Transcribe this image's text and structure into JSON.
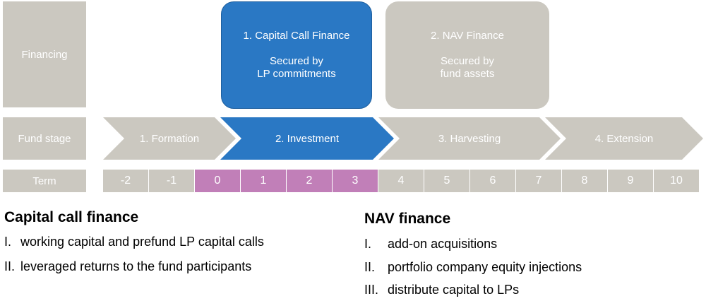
{
  "rows": {
    "financing": "Financing",
    "fund_stage": "Fund stage",
    "term": "Term"
  },
  "financing_boxes": [
    {
      "title": "1. Capital Call Finance",
      "line1": "Secured by",
      "line2": "LP commitments"
    },
    {
      "title": "2. NAV Finance",
      "line1": "Secured by",
      "line2": "fund assets"
    }
  ],
  "stages": [
    "1. Formation",
    "2. Investment",
    "3. Harvesting",
    "4. Extension"
  ],
  "terms": [
    "-2",
    "-1",
    "0",
    "1",
    "2",
    "3",
    "4",
    "5",
    "6",
    "7",
    "8",
    "9",
    "10"
  ],
  "capital_call": {
    "heading": "Capital call finance",
    "items": [
      {
        "num": "I.",
        "text": "working capital and prefund LP capital calls"
      },
      {
        "num": "II.",
        "text": "leveraged returns to the fund participants"
      }
    ]
  },
  "nav": {
    "heading": "NAV finance",
    "items": [
      {
        "num": "I.",
        "text": "add-on acquisitions"
      },
      {
        "num": "II.",
        "text": "portfolio company equity injections"
      },
      {
        "num": "III.",
        "text": "distribute capital to LPs"
      }
    ]
  },
  "colors": {
    "grey": "#cbc8c0",
    "blue": "#2a78c4",
    "pink": "#c17fb8",
    "text": "#000000"
  }
}
